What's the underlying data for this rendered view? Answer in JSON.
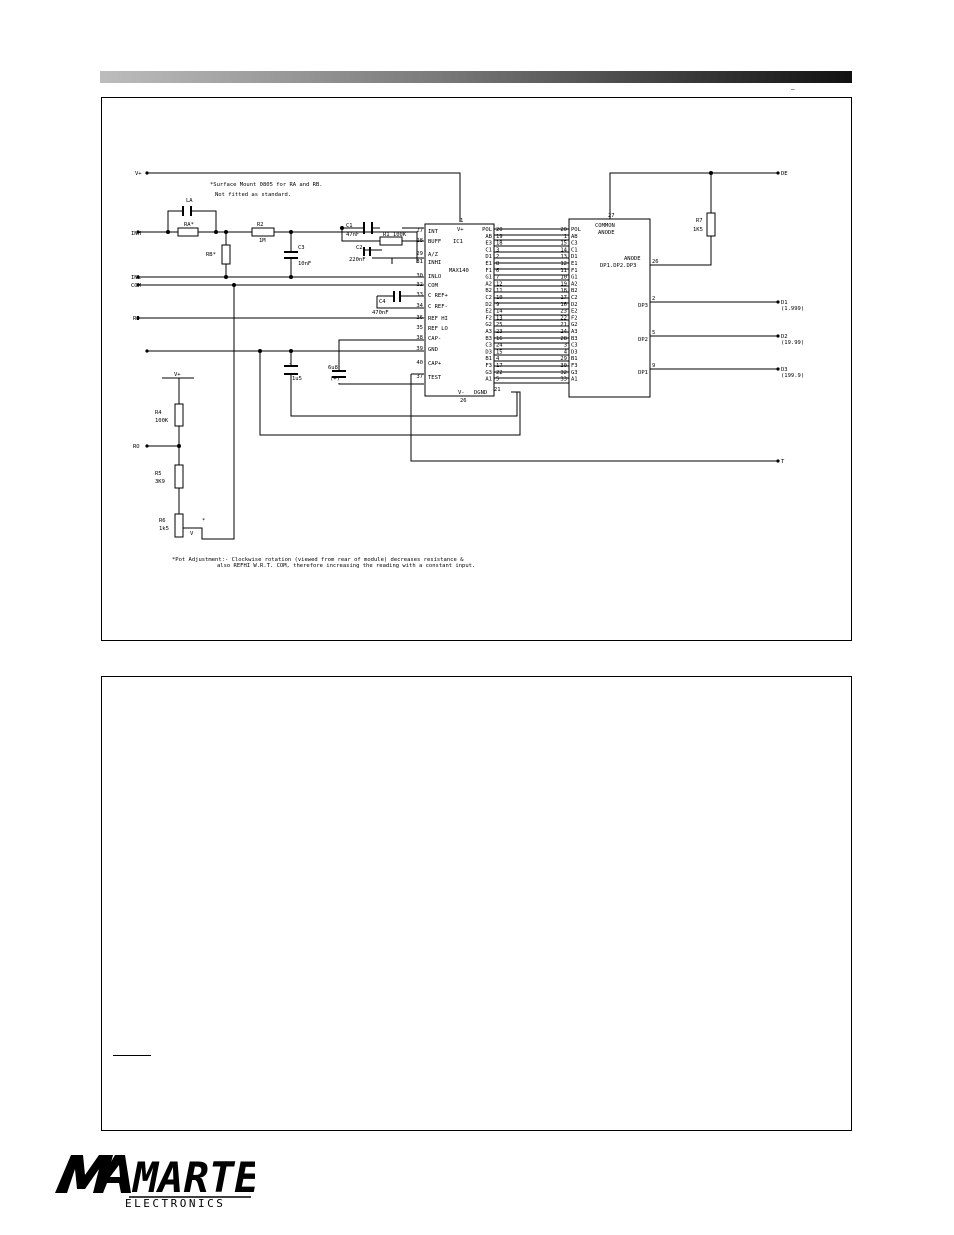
{
  "header": {
    "mark": "–"
  },
  "schematic": {
    "note_top": [
      "*Surface Mount 0805 for RA and RB.",
      "Not fitted as standard."
    ],
    "note_bottom": [
      "*Pot Adjustment:- Clockwise rotation (viewed from rear of module) decreases resistance &",
      "also REFHI W.R.T. COM, therefore increasing the reading with a constant input."
    ],
    "left_terminals": [
      "V+",
      "INH",
      "INL",
      "COM",
      "RI",
      "RO"
    ],
    "right_terminals": [
      "DE",
      "D1",
      "D2",
      "D3",
      "T"
    ],
    "right_terminal_notes": [
      "(1.999)",
      "(19.99)",
      "(199.9)"
    ],
    "components": {
      "la": "LA",
      "ra": "RA*",
      "rb": "RB*",
      "r2": "R2",
      "r2_val": "1M",
      "c3": "C3",
      "c3_val": "10nF",
      "c1": "C1",
      "c1_val": "47nF",
      "r1": "R1 100K",
      "c2": "C2",
      "c2_val": "220nF",
      "c4": "C4",
      "c4_val": "470nF",
      "c_ref": "1",
      "c_ref_val": "1u5",
      "c_cap": "6u8",
      "c_cap_sign": "(+)",
      "r4": "R4",
      "r4_val": "100K",
      "r5": "R5",
      "r5_val": "3K9",
      "r6": "R6",
      "r6_val": "1k5",
      "r6_mark": "*",
      "r7": "R7",
      "r7_val": "1K5",
      "v_plus": "V+",
      "v_label": "V"
    },
    "ic1": {
      "name": "IC1",
      "part": "MAX140",
      "left_pins": [
        {
          "num": "27",
          "label": "INT"
        },
        {
          "num": "28",
          "label": "BUFF"
        },
        {
          "num": "29",
          "label": "A/Z"
        },
        {
          "num": "31",
          "label": "INHI"
        },
        {
          "num": "30",
          "label": "INLO"
        },
        {
          "num": "32",
          "label": "COM"
        },
        {
          "num": "33",
          "label": "C REF+"
        },
        {
          "num": "34",
          "label": "C REF-"
        },
        {
          "num": "36",
          "label": "REF HI"
        },
        {
          "num": "35",
          "label": "REF LO"
        },
        {
          "num": "38",
          "label": "CAP-"
        },
        {
          "num": "39",
          "label": "GND"
        },
        {
          "num": "40",
          "label": "CAP+"
        },
        {
          "num": "37",
          "label": "TEST"
        }
      ],
      "top_pin": {
        "num": "1",
        "label": "V+"
      },
      "bottom_pins": [
        {
          "num": "26",
          "label": "V-"
        },
        {
          "num": "21",
          "label": "DGND"
        }
      ],
      "right_pins": [
        {
          "label": "POL",
          "num": "20"
        },
        {
          "label": "AB",
          "num": "19"
        },
        {
          "label": "E3",
          "num": "18"
        },
        {
          "label": "C1",
          "num": "3"
        },
        {
          "label": "D1",
          "num": "2"
        },
        {
          "label": "E1",
          "num": "8"
        },
        {
          "label": "F1",
          "num": "6"
        },
        {
          "label": "G1",
          "num": "7"
        },
        {
          "label": "A2",
          "num": "12"
        },
        {
          "label": "B2",
          "num": "11"
        },
        {
          "label": "C2",
          "num": "10"
        },
        {
          "label": "D2",
          "num": "9"
        },
        {
          "label": "E2",
          "num": "14"
        },
        {
          "label": "F2",
          "num": "13"
        },
        {
          "label": "G2",
          "num": "25"
        },
        {
          "label": "A3",
          "num": "23"
        },
        {
          "label": "B3",
          "num": "16"
        },
        {
          "label": "C3",
          "num": "24"
        },
        {
          "label": "D3",
          "num": "15"
        },
        {
          "label": "B1",
          "num": "4"
        },
        {
          "label": "F3",
          "num": "17"
        },
        {
          "label": "G3",
          "num": "22"
        },
        {
          "label": "A1",
          "num": "5"
        }
      ]
    },
    "display": {
      "title": [
        "COMMON",
        "ANODE"
      ],
      "top_pin": "27",
      "left_pins": [
        {
          "num": "20",
          "label": "POL"
        },
        {
          "num": "1",
          "label": "AB"
        },
        {
          "num": "15",
          "label": "C3"
        },
        {
          "num": "14",
          "label": "C1"
        },
        {
          "num": "13",
          "label": "D1"
        },
        {
          "num": "12",
          "label": "E1"
        },
        {
          "num": "11",
          "label": "F1"
        },
        {
          "num": "10",
          "label": "G1"
        },
        {
          "num": "19",
          "label": "A2"
        },
        {
          "num": "18",
          "label": "B2"
        },
        {
          "num": "17",
          "label": "C2"
        },
        {
          "num": "16",
          "label": "D2"
        },
        {
          "num": "23",
          "label": "E2"
        },
        {
          "num": "22",
          "label": "F2"
        },
        {
          "num": "21",
          "label": "G2"
        },
        {
          "num": "24",
          "label": "A3"
        },
        {
          "num": "28",
          "label": "B3"
        },
        {
          "num": "3",
          "label": "C3"
        },
        {
          "num": "4",
          "label": "D3"
        },
        {
          "num": "29",
          "label": "B1"
        },
        {
          "num": "30",
          "label": "F3"
        },
        {
          "num": "32",
          "label": "G3"
        },
        {
          "num": "33",
          "label": "A1"
        }
      ],
      "anode_label": [
        "ANODE",
        "DP1.DP2.DP3"
      ],
      "anode_pin": "26",
      "dp_outputs": [
        {
          "pin": "2",
          "label": "DP3"
        },
        {
          "pin": "5",
          "label": "DP2"
        },
        {
          "pin": "9",
          "label": "DP1"
        }
      ]
    }
  },
  "lower_panel": {
    "notes_heading": ""
  },
  "logo": {
    "brand": "MARTEL",
    "sub": "ELECTRONICS",
    "color": "#000000"
  }
}
